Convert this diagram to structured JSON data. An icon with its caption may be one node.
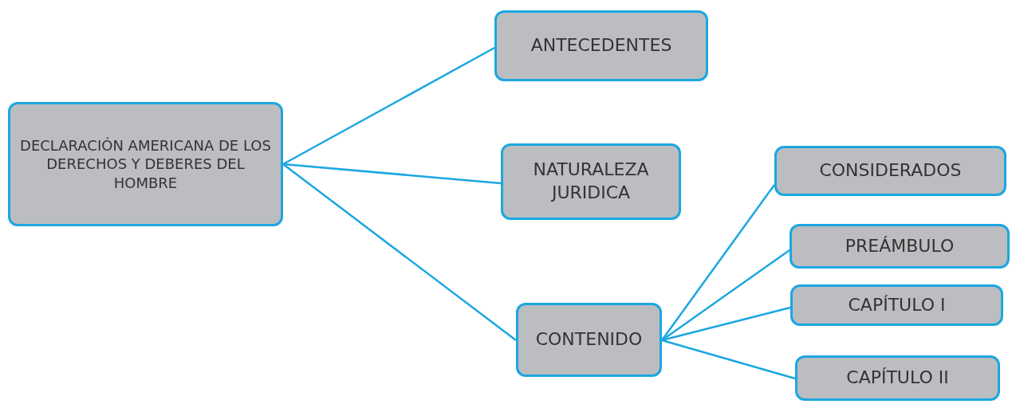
{
  "diagram": {
    "nodes": [
      {
        "text": [
          "DECLARACIÓN AMERICANA DE LOS DERECHOS Y DEBERES DEL HOMBRE"
        ]
      },
      {
        "text": [
          "ANTECEDENTES"
        ]
      },
      {
        "text": [
          "NATURALEZA JURIDICA"
        ]
      },
      {
        "text": [
          "CONTENIDO"
        ]
      },
      {
        "text": [
          "CONSIDERADOS"
        ]
      },
      {
        "text": [
          "PREÁMBULO"
        ]
      },
      {
        "text": [
          "CAPÍTULO I"
        ]
      },
      {
        "text": [
          "CAPÍTULO II"
        ]
      }
    ],
    "edges": [
      {
        "from": 0,
        "to": 1,
        "arrow": "none"
      },
      {
        "from": 0,
        "to": 2,
        "arrow": "none"
      },
      {
        "from": 0,
        "to": 3,
        "arrow": "none"
      },
      {
        "from": 3,
        "to": 4,
        "arrow": "none"
      },
      {
        "from": 3,
        "to": 5,
        "arrow": "none"
      },
      {
        "from": 3,
        "to": 6,
        "arrow": "none"
      },
      {
        "from": 3,
        "to": 7,
        "arrow": "none"
      }
    ]
  }
}
